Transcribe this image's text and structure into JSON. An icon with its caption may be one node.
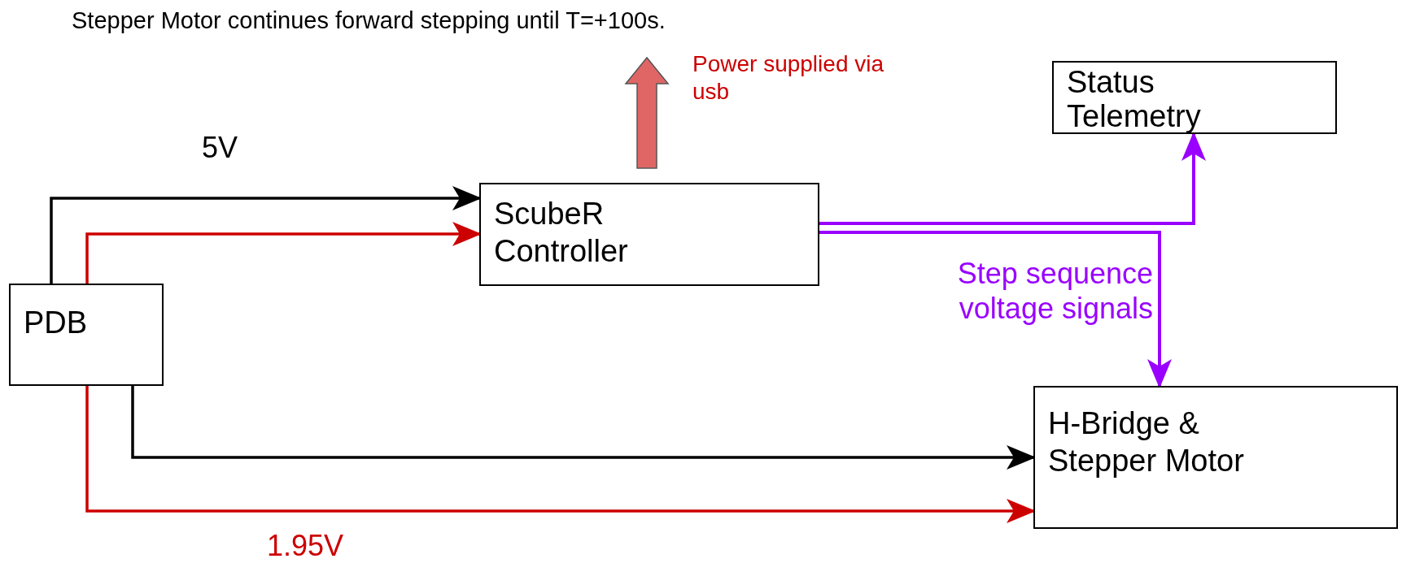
{
  "diagram": {
    "nodes": [
      {
        "text": [
          "PDB"
        ]
      },
      {
        "text": [
          "ScubeR Controller"
        ]
      },
      {
        "text": [
          "Status Telemetry"
        ]
      },
      {
        "text": [
          "H-Bridge & Stepper Motor"
        ]
      }
    ],
    "edges": [
      {
        "from": 0,
        "to": 1,
        "arrow": "to",
        "label": "5V"
      },
      {
        "from": 0,
        "to": 1,
        "arrow": "to",
        "color": "#cc0000"
      },
      {
        "from": 0,
        "to": 3,
        "arrow": "to"
      },
      {
        "from": 0,
        "to": 3,
        "arrow": "to",
        "color": "#cc0000",
        "label": "1.95V"
      },
      {
        "from": 1,
        "to": 2,
        "arrow": "to",
        "color": "#9900ff"
      },
      {
        "from": 1,
        "to": 3,
        "arrow": "to",
        "color": "#9900ff",
        "label": "Step sequence voltage signals"
      },
      {
        "from": 1,
        "to": null,
        "arrow": "to",
        "style": "thick",
        "color": "#e06666",
        "label": "Power supplied via usb"
      }
    ],
    "labels": [
      "Stepper Motor continues forward stepping until T=+100s."
    ]
  }
}
